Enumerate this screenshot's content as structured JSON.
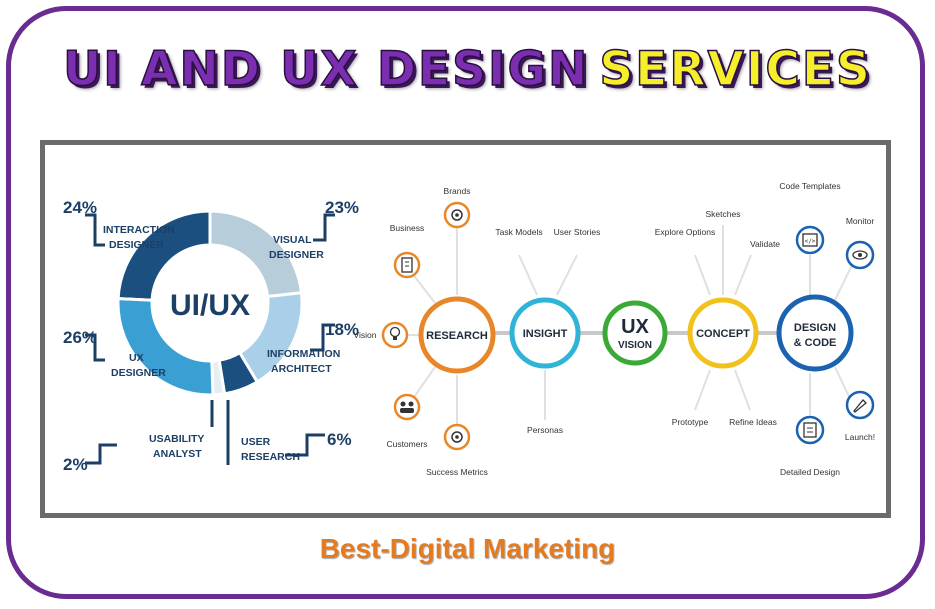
{
  "header": {
    "title_part1": "UI AND UX DESIGN",
    "title_part2": "SERVICES"
  },
  "footer": {
    "text": "Best-Digital Marketing"
  },
  "colors": {
    "frame": "#6a2c91",
    "title_purple": "#7b2fb0",
    "title_yellow": "#f4ef2a",
    "navy": "#1c3f66",
    "research": "#e8862a",
    "insight": "#2fb4d8",
    "ux_vision": "#3aa935",
    "concept": "#f1c21b",
    "design_code": "#1b63b0",
    "footer": "#e57a1e"
  },
  "chart_data": {
    "type": "pie",
    "center_label": "UI/UX",
    "categories": [
      "INTERACTION DESIGNER",
      "VISUAL DESIGNER",
      "INFORMATION ARCHITECT",
      "USER RESEARCH",
      "USABILITY ANALYST",
      "UX DESIGNER"
    ],
    "values": [
      24,
      23,
      18,
      6,
      2,
      26
    ],
    "value_labels": [
      "24%",
      "23%",
      "18%",
      "6%",
      "2%",
      "26%"
    ],
    "label_lines": [
      [
        "INTERACTION",
        "DESIGNER"
      ],
      [
        "VISUAL",
        "DESIGNER"
      ],
      [
        "INFORMATION",
        "ARCHITECT"
      ],
      [
        "USER",
        "RESEARCH"
      ],
      [
        "USABILITY",
        "ANALYST"
      ],
      [
        "UX",
        "DESIGNER"
      ]
    ],
    "colors": [
      "#1b4f80",
      "#b7cdda",
      "#a9d0e8",
      "#1b4f80",
      "#e6eef3",
      "#3a9fd3"
    ]
  },
  "process": {
    "center": {
      "line1": "UX",
      "line2": "VISION"
    },
    "research": {
      "label": "RESEARCH",
      "items": [
        {
          "label": "Brands",
          "icon": "target-icon"
        },
        {
          "label": "Business",
          "icon": "building-icon"
        },
        {
          "label": "Vision",
          "icon": "lightbulb-icon"
        },
        {
          "label": "Customers",
          "icon": "people-icon"
        },
        {
          "label": "Success Metrics",
          "icon": "target-icon"
        }
      ]
    },
    "insight": {
      "label": "INSIGHT",
      "items": [
        "Task Models",
        "User Stories",
        "Personas"
      ]
    },
    "concept": {
      "label": "CONCEPT",
      "items": [
        "Explore Options",
        "Sketches",
        "Validate",
        "Prototype",
        "Refine Ideas"
      ]
    },
    "design_code": {
      "label": "DESIGN & CODE",
      "items": [
        {
          "label": "Code Templates",
          "icon": "code-icon"
        },
        {
          "label": "Monitor",
          "icon": "eye-icon"
        },
        {
          "label": "Launch!",
          "icon": "rocket-icon"
        },
        {
          "label": "Detailed Design",
          "icon": "document-icon"
        }
      ]
    }
  }
}
